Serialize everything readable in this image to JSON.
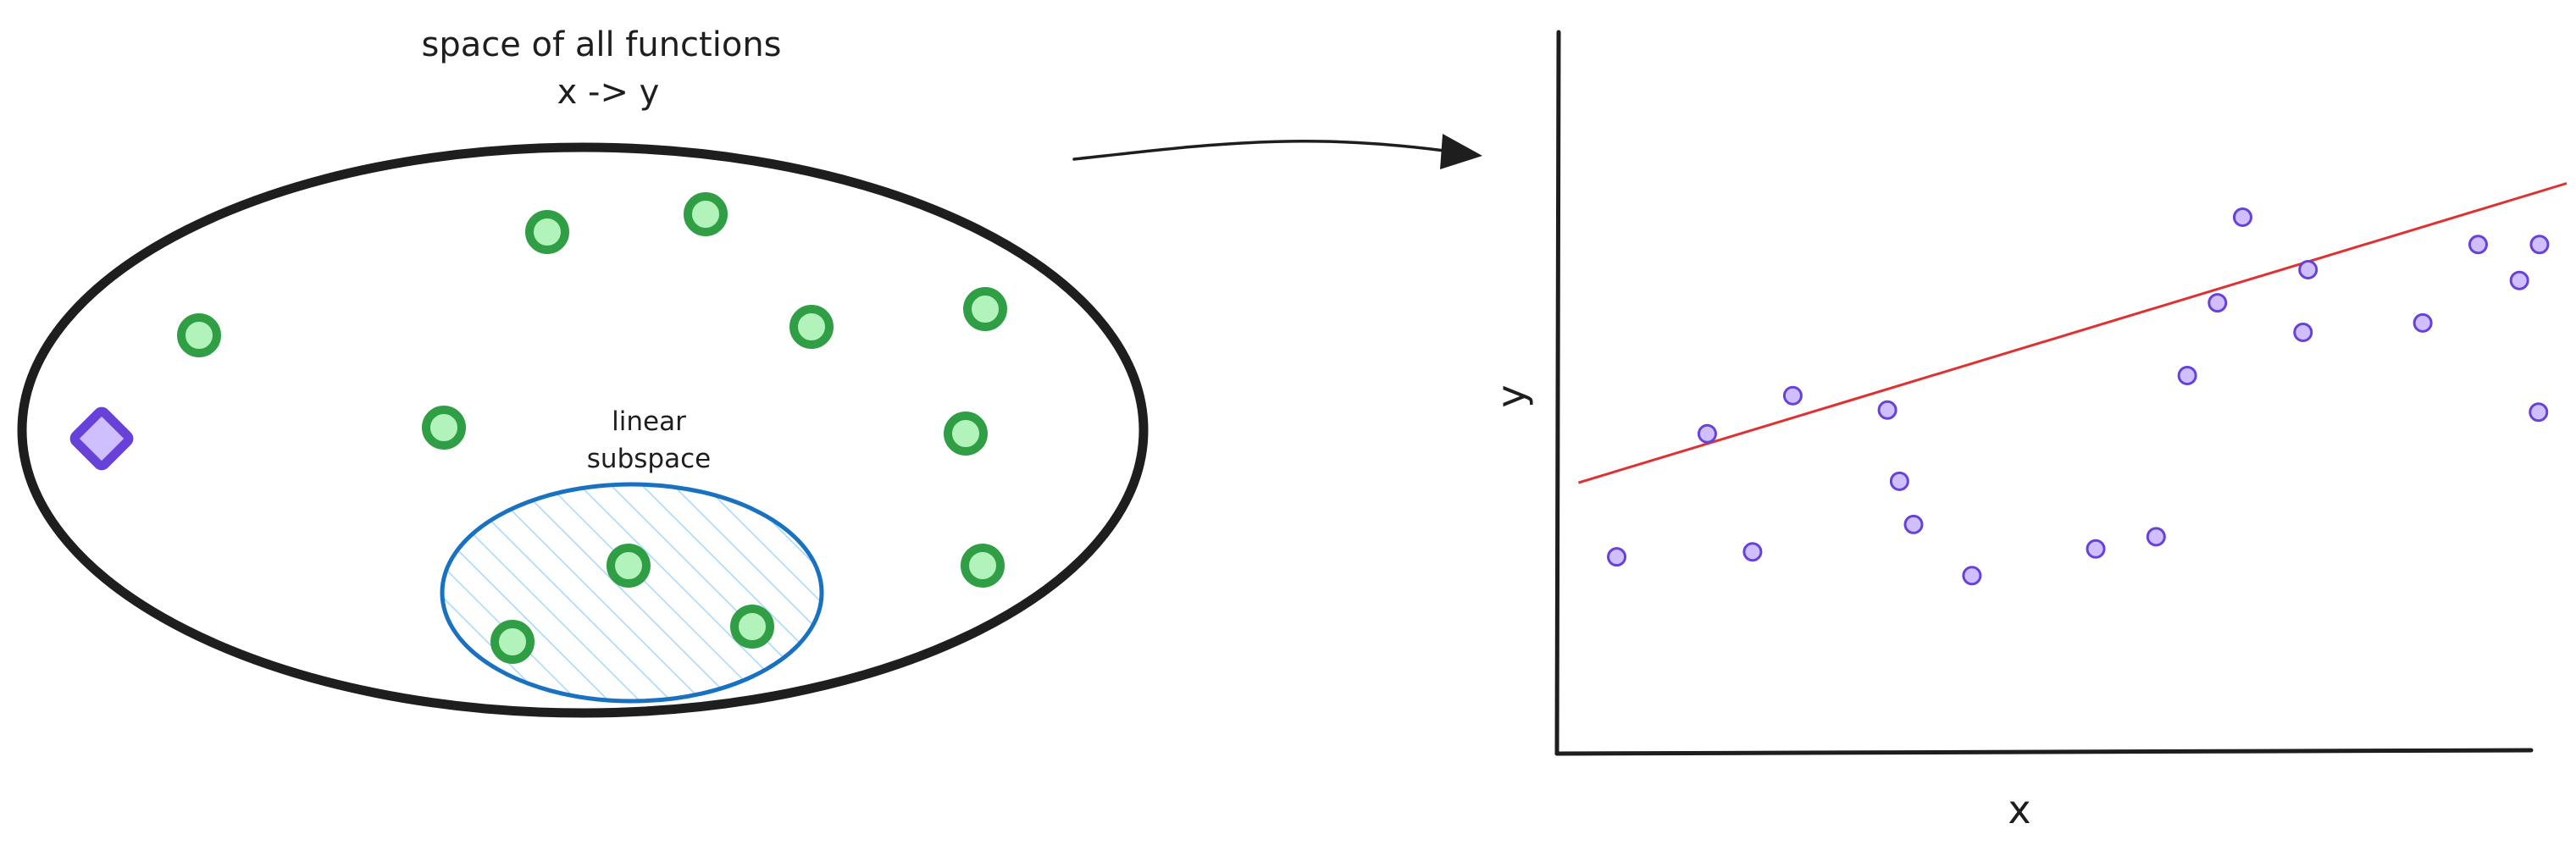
{
  "left_panel": {
    "title_line1": "space of all functions",
    "title_line2": "x -> y",
    "subspace_label_line1": "linear",
    "subspace_label_line2": "subspace",
    "function_points_outside": [
      {
        "id": "f1"
      },
      {
        "id": "f2"
      },
      {
        "id": "f3"
      },
      {
        "id": "f4"
      },
      {
        "id": "f5"
      },
      {
        "id": "f6"
      },
      {
        "id": "f7"
      },
      {
        "id": "f8"
      },
      {
        "id": "f9"
      }
    ],
    "function_points_inside": [
      {
        "id": "l1"
      },
      {
        "id": "l2"
      },
      {
        "id": "l3"
      }
    ],
    "target_marker": "diamond",
    "colors": {
      "outer_ellipse": "#1e1e1e",
      "subspace_stroke": "#1971c2",
      "subspace_hatch": "#a5d8ff",
      "point_stroke": "#2f9e44",
      "point_fill": "#b2f2bb",
      "diamond_stroke": "#6741d9",
      "diamond_fill": "#d0bfff"
    }
  },
  "arrow": {
    "from": "left_panel",
    "to": "right_panel"
  },
  "right_panel": {
    "xlabel": "x",
    "ylabel": "y",
    "colors": {
      "axes": "#1e1e1e",
      "fit_line": "#e03131",
      "point_stroke": "#6741d9",
      "point_fill": "#d0bfff"
    }
  },
  "chart_data": {
    "type": "scatter",
    "title": "",
    "xlabel": "x",
    "ylabel": "y",
    "grid": false,
    "xlim": [
      0,
      100
    ],
    "ylim": [
      0,
      100
    ],
    "series": [
      {
        "points": [
          {
            "x": 5.6,
            "y": 27.1
          },
          {
            "x": 14.6,
            "y": 44.2
          },
          {
            "x": 19.1,
            "y": 27.8
          },
          {
            "x": 23.1,
            "y": 49.5
          },
          {
            "x": 32.5,
            "y": 47.5
          },
          {
            "x": 33.7,
            "y": 37.6
          },
          {
            "x": 35.1,
            "y": 31.6
          },
          {
            "x": 40.9,
            "y": 24.5
          },
          {
            "x": 53.2,
            "y": 28.2
          },
          {
            "x": 59.2,
            "y": 29.9
          },
          {
            "x": 62.3,
            "y": 52.3
          },
          {
            "x": 65.3,
            "y": 62.4
          },
          {
            "x": 67.8,
            "y": 74.3
          },
          {
            "x": 73.8,
            "y": 58.3
          },
          {
            "x": 74.3,
            "y": 67.0
          },
          {
            "x": 85.7,
            "y": 59.6
          },
          {
            "x": 91.2,
            "y": 70.5
          },
          {
            "x": 95.3,
            "y": 65.5
          },
          {
            "x": 97.2,
            "y": 47.2
          },
          {
            "x": 97.3,
            "y": 70.5
          }
        ]
      }
    ],
    "fit_line": {
      "x": [
        1.8,
        100
      ],
      "y": [
        37.4,
        79.0
      ]
    }
  }
}
